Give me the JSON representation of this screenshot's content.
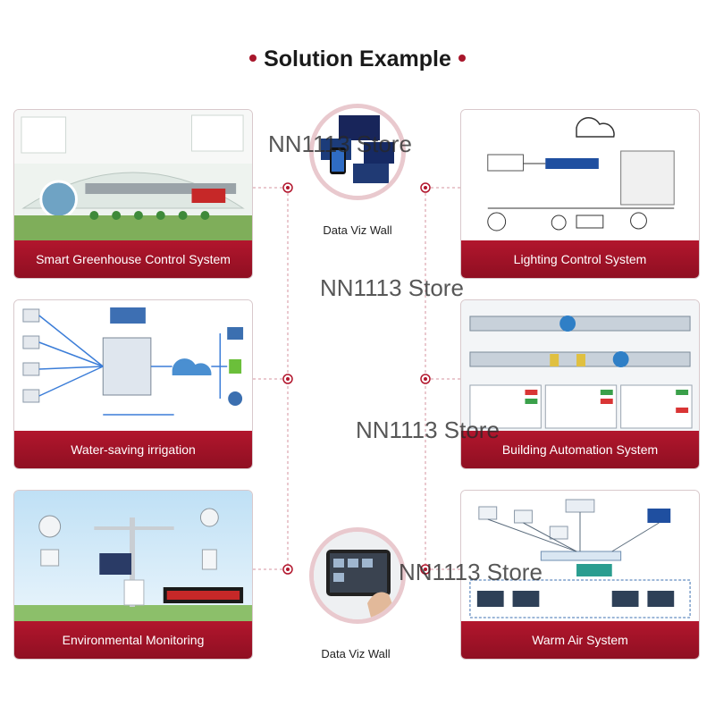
{
  "header": {
    "title": "Solution Example"
  },
  "cards": [
    {
      "label": "Smart Greenhouse Control System"
    },
    {
      "label": "Lighting Control System"
    },
    {
      "label": "Water-saving irrigation"
    },
    {
      "label": "Building Automation System"
    },
    {
      "label": "Environmental Monitoring"
    },
    {
      "label": "Warm Air System"
    }
  ],
  "hubs": [
    {
      "label": "Data Viz Wall"
    },
    {
      "label": "Data Viz Wall"
    }
  ],
  "watermarks": [
    "NN1113 Store",
    "NN1113 Store",
    "NN1113 Store",
    "NN1113 Store"
  ],
  "colors": {
    "accent": "#a8162b",
    "label_bg": "#9e1226",
    "line": "#e3b7bf"
  }
}
